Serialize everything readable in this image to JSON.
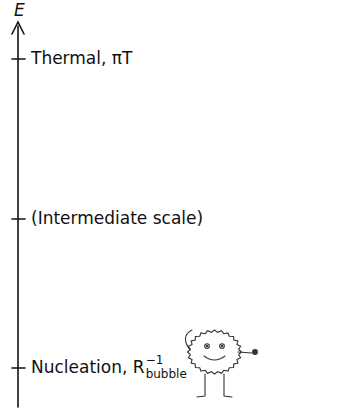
{
  "diagram": {
    "labels": [
      "E",
      "Thermal, πT",
      "(Intermediate scale)",
      "Nucleation, R",
      "bubble",
      "−1"
    ]
  }
}
